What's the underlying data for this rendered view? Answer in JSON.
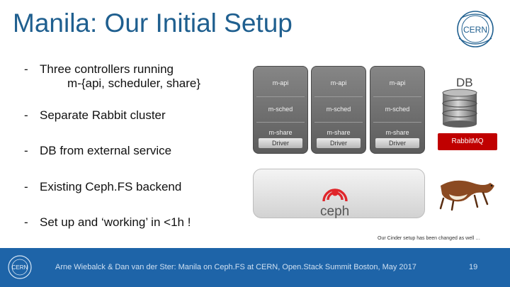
{
  "slide": {
    "title": "Manila: Our Initial Setup",
    "bullets": [
      {
        "dash": "-",
        "line1": "Three controllers running",
        "line2": "m-{api, scheduler, share}"
      },
      {
        "dash": "-",
        "line1": "Separate Rabbit cluster"
      },
      {
        "dash": "-",
        "line1": "DB from external service"
      },
      {
        "dash": "-",
        "line1": "Existing Ceph.FS backend"
      },
      {
        "dash": "-",
        "line1": "Set up and ‘working’ in <1h !"
      }
    ],
    "controllers": [
      {
        "api": "m-api",
        "sched": "m-sched",
        "share": "m-share",
        "driver": "Driver"
      },
      {
        "api": "m-api",
        "sched": "m-sched",
        "share": "m-share",
        "driver": "Driver"
      },
      {
        "api": "m-api",
        "sched": "m-sched",
        "share": "m-share",
        "driver": "Driver"
      }
    ],
    "db_label": "DB",
    "rabbit_label": "RabbitMQ",
    "ceph_label": "ceph",
    "cinder_note": "Our Cinder setup has been changed as well …",
    "logo_text": "CERN"
  },
  "footer": {
    "text": "Arne Wiebalck & Dan van der Ster: Manila on Ceph.FS at CERN, Open.Stack Summit Boston, May 2017",
    "page": "19",
    "background": "#1e64a8"
  },
  "colors": {
    "title": "#1f5f8f",
    "rabbit": "#c00000",
    "ceph_red": "#e0262b"
  }
}
